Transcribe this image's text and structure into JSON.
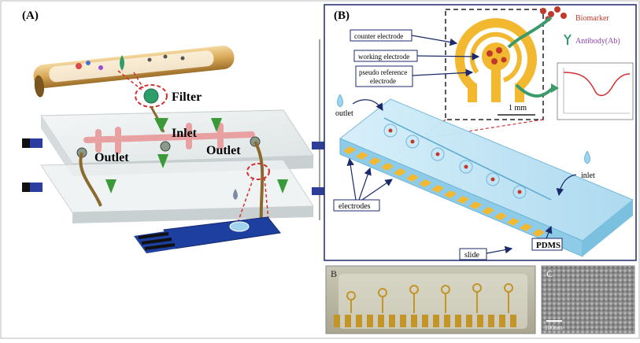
{
  "panel_a": {
    "label": "(A)",
    "filter": "Filter",
    "inlet": "Inlet",
    "outlet_left": "Outlet",
    "outlet_right": "Outlet"
  },
  "panel_b": {
    "label": "(B)",
    "biomarker": "Biomarker",
    "antibody": "Antibody(Ab)",
    "counter_electrode": "counter electrode",
    "working_electrode": "working electrode",
    "pseudo_reference_line1": "pseudo reference",
    "pseudo_reference_line2": "electrode",
    "scale": "1 mm",
    "outlet": "outlet",
    "inlet": "inlet",
    "electrodes": "electrodes",
    "slide": "slide",
    "pdms": "PDMS"
  },
  "photo_b": {
    "label": "B"
  },
  "photo_c": {
    "label": "C",
    "scale": "100nm"
  },
  "colors": {
    "biomarker_red": "#c0392b",
    "electrode_gold": "#f2b830",
    "chip_blue": "#bfe3f3",
    "sensor_blue": "#1d3fa0",
    "arrow_green": "#3a9a3a"
  }
}
